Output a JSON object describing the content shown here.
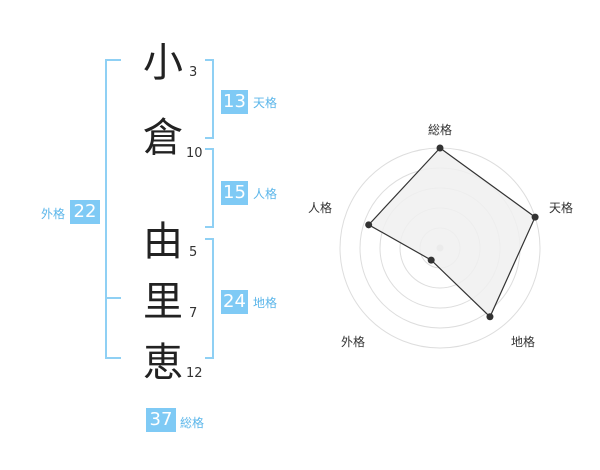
{
  "characters": [
    {
      "char": "小",
      "strokes": "3"
    },
    {
      "char": "倉",
      "strokes": "10"
    },
    {
      "char": "由",
      "strokes": "5"
    },
    {
      "char": "里",
      "strokes": "7"
    },
    {
      "char": "恵",
      "strokes": "12"
    }
  ],
  "fortunes": {
    "tenkaku": {
      "value": "13",
      "label": "天格"
    },
    "jinkaku": {
      "value": "15",
      "label": "人格"
    },
    "chikaku": {
      "value": "24",
      "label": "地格"
    },
    "gaikaku": {
      "value": "22",
      "label": "外格"
    },
    "soukaku": {
      "value": "37",
      "label": "総格"
    }
  },
  "colors": {
    "accent": "#7fcaf5",
    "bracket": "#8fd0f4",
    "label": "#5bb6ea",
    "radar_fill": "#f0f0f0",
    "radar_stroke": "#333333",
    "ring": "#dddddd"
  },
  "chart_data": {
    "type": "radar",
    "axes": [
      "総格",
      "天格",
      "地格",
      "外格",
      "人格"
    ],
    "values": [
      37,
      13,
      24,
      22,
      15
    ],
    "shown_levels": [
      1.0,
      1.0,
      0.85,
      0.15,
      0.75
    ],
    "rings": 5,
    "grid": true
  }
}
